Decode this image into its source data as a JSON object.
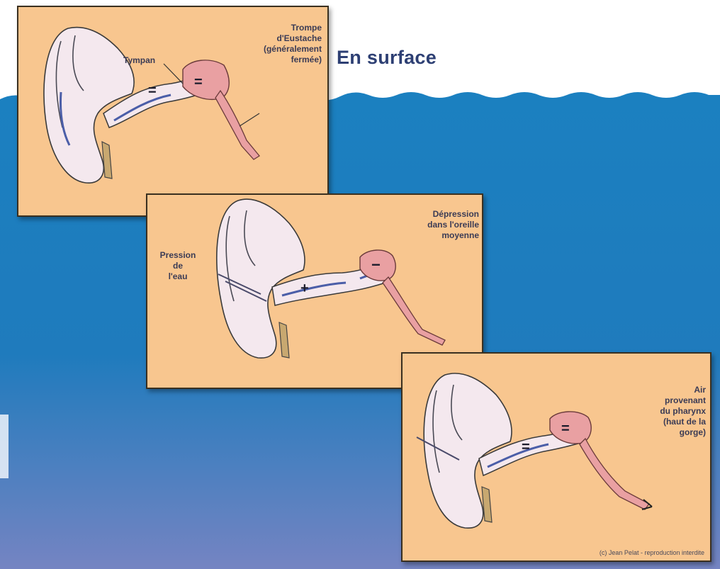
{
  "heading": "En surface",
  "panels": [
    {
      "labels": {
        "tympan": "Tympan",
        "trompe": [
          "Trompe",
          "d'Eustache",
          "(généralement",
          "fermée)"
        ]
      },
      "signs": [
        "=",
        "="
      ]
    },
    {
      "labels": {
        "pression": [
          "Pression",
          "de",
          "l'eau"
        ],
        "depression": [
          "Dépression",
          "dans l'oreille",
          "moyenne"
        ]
      },
      "signs": [
        "+",
        "−"
      ]
    },
    {
      "labels": {
        "air": [
          "Air",
          "provenant",
          "du pharynx",
          "(haut de la",
          "gorge)"
        ]
      },
      "signs": [
        "=",
        "="
      ],
      "credit": "(c) Jean Pelat - reproduction interdite"
    }
  ],
  "colors": {
    "sea_top": "#1b7fbf",
    "sea_bottom": "#6f7fbe",
    "panel_bg": "#f8c68f",
    "ear_fill": "#f4e8ee",
    "middle_ear": "#e9a0a2",
    "canal_blue": "#4b5ea8",
    "text": "#3b3b55",
    "heading": "#2d3f73"
  }
}
